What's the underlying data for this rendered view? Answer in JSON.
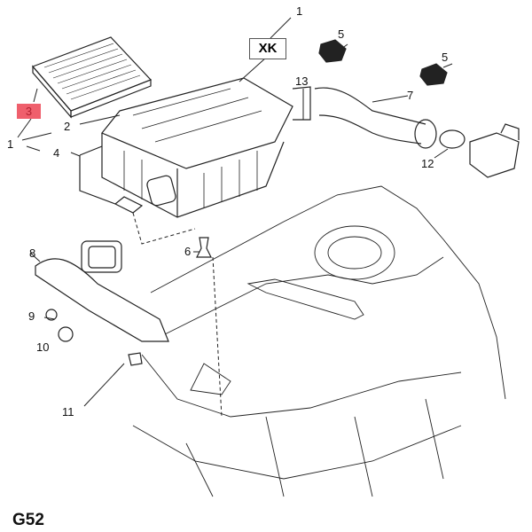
{
  "diagram": {
    "code": "G52",
    "variant_box": "XK",
    "highlighted_part": "3",
    "callouts": [
      "1",
      "5",
      "5",
      "13",
      "7",
      "12",
      "2",
      "1",
      "4",
      "6",
      "8",
      "9",
      "10",
      "11"
    ],
    "highlight_color": "#ef5f6c"
  }
}
